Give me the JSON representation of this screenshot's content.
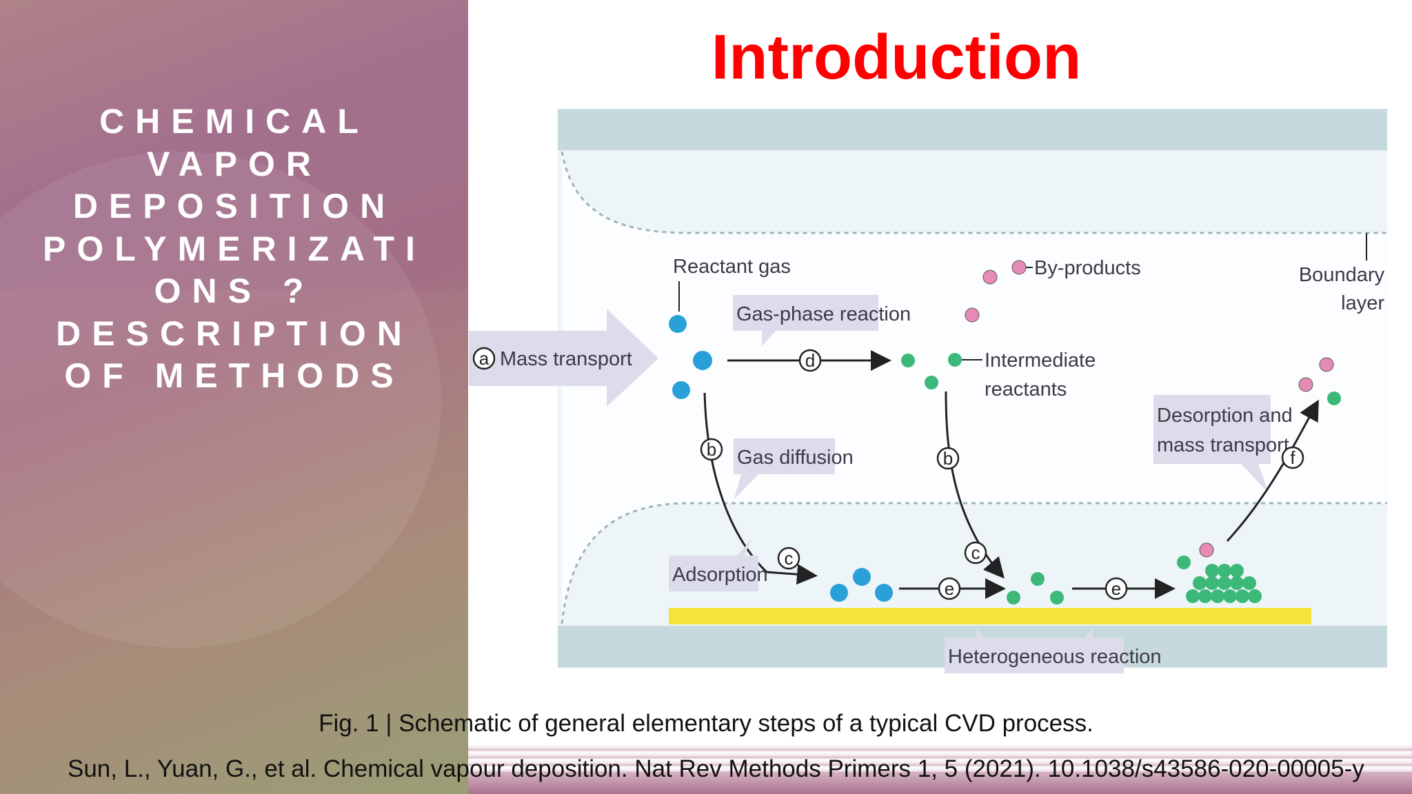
{
  "slide": {
    "side_title": "CHEMICAL\nVAPOR\nDEPOSITION\nPOLYMERIZATI\nONS ?\nDESCRIPTION\nOF METHODS",
    "title": "Introduction",
    "caption": "Fig. 1 | Schematic of general elementary steps of a typical CVD process.",
    "citation": "Sun, L., Yuan, G., et al. Chemical vapour deposition. Nat Rev Methods Primers 1, 5 (2021). 10.1038/s43586-020-00005-y"
  },
  "diagram": {
    "labels": {
      "reactant_gas": "Reactant gas",
      "by_products": "By-products",
      "boundary_line1": "Boundary",
      "boundary_line2": "layer",
      "mass_transport": "Mass transport",
      "gas_phase_reaction": "Gas-phase reaction",
      "intermediate_line1": "Intermediate",
      "intermediate_line2": "reactants",
      "gas_diffusion": "Gas diffusion",
      "desorption_line1": "Desorption and",
      "desorption_line2": "mass transport",
      "adsorption": "Adsorption",
      "heterogeneous_reaction": "Heterogeneous reaction"
    },
    "steps": {
      "a": "a",
      "b": "b",
      "c": "c",
      "d": "d",
      "e": "e",
      "f": "f"
    },
    "colors": {
      "reactant": "#2aa0d8",
      "intermediate": "#3cb878",
      "byproduct": "#e58bb5",
      "substrate_film": "#f4e43a",
      "wall": "#c6d9dc",
      "label_box": "#dcdcea"
    }
  }
}
